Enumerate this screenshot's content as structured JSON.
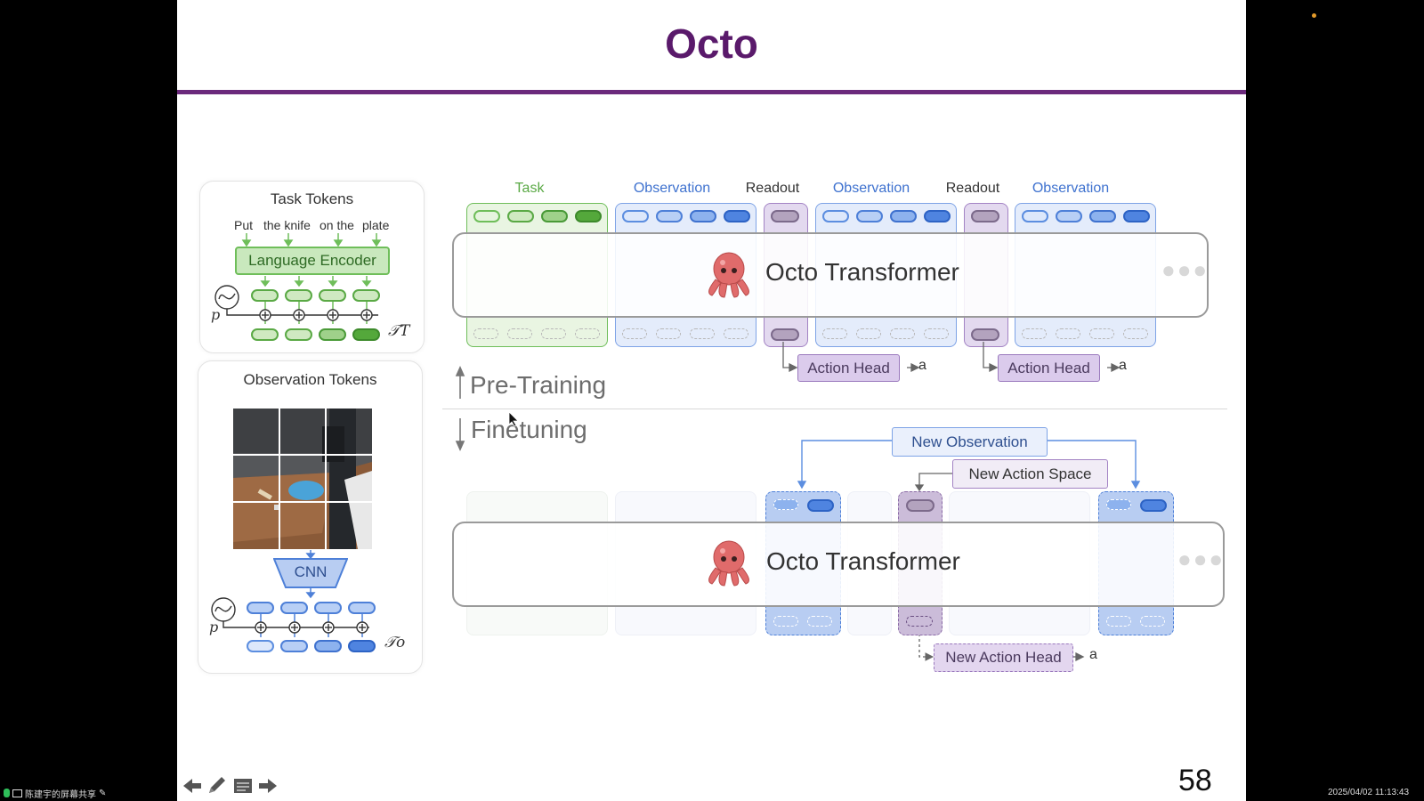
{
  "slide": {
    "title": "Octo",
    "page_number": "58"
  },
  "task_panel": {
    "title": "Task Tokens",
    "words": [
      "Put",
      "the knife",
      "on the",
      "plate"
    ],
    "encoder_label": "Language Encoder",
    "position_label": "p",
    "token_label": "𝒯T"
  },
  "obs_panel": {
    "title": "Observation Tokens",
    "cnn_label": "CNN",
    "position_label": "p",
    "token_label": "𝒯o"
  },
  "pretraining": {
    "groups": [
      "Task",
      "Observation",
      "Readout",
      "Observation",
      "Readout",
      "Observation"
    ],
    "transformer_label": "Octo Transformer",
    "action_head_label": "Action Head",
    "action_output": "a",
    "phase_label": "Pre-Training"
  },
  "finetuning": {
    "phase_label": "Finetuning",
    "new_observation": "New Observation",
    "new_action_space": "New Action Space",
    "transformer_label": "Octo Transformer",
    "new_action_head": "New Action Head",
    "action_output": "a"
  },
  "taskbar": {
    "share_label": "陈建宇的屏幕共享",
    "datetime": "2025/04/02 11:13:43"
  },
  "colors": {
    "title": "#5a1a6b",
    "task_green": "#6fbe5a",
    "observation_blue": "#4e80d8",
    "readout_purple": "#9a79bd"
  }
}
